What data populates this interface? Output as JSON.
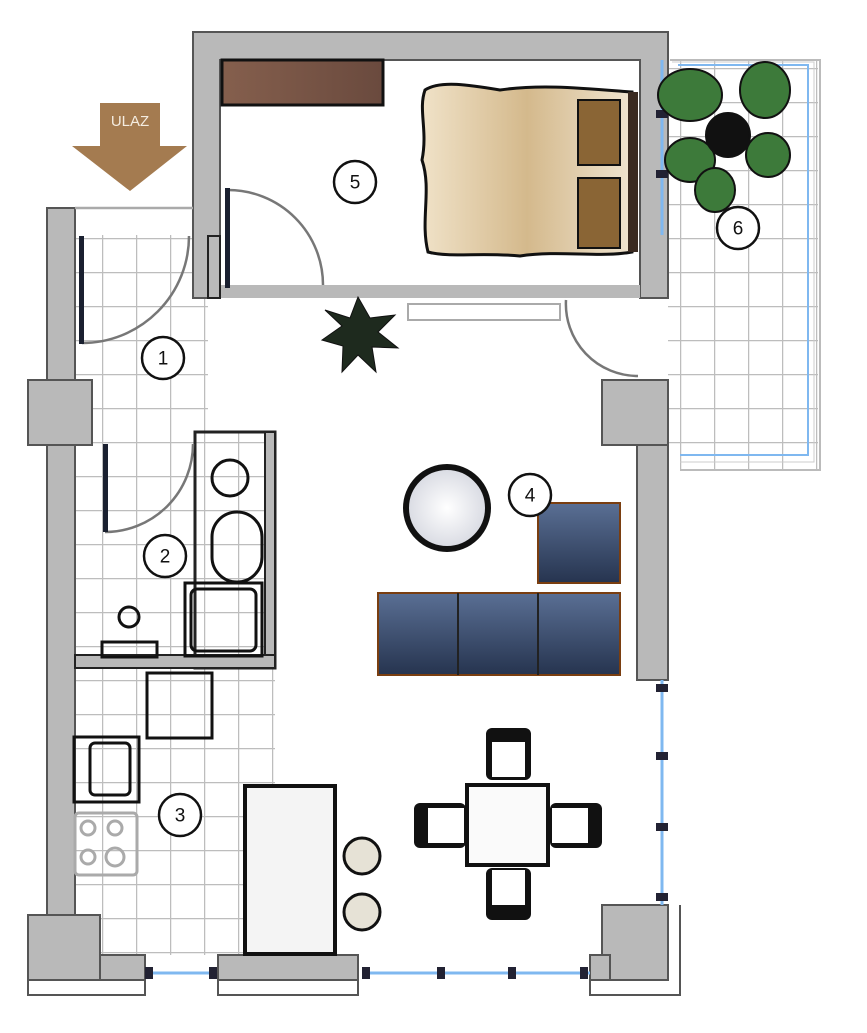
{
  "entrance_label": "ULAZ",
  "rooms": [
    {
      "number": "1"
    },
    {
      "number": "2"
    },
    {
      "number": "3"
    },
    {
      "number": "4"
    },
    {
      "number": "5"
    },
    {
      "number": "6"
    }
  ],
  "colors": {
    "wall": "#b9b9b9",
    "arrow": "#a47b50",
    "wardrobe": "#7a5646",
    "sofa": "#3f5478",
    "sofa_frame": "#7a3e10",
    "window": "#7fb8f0",
    "bed": "#d9c29a"
  }
}
